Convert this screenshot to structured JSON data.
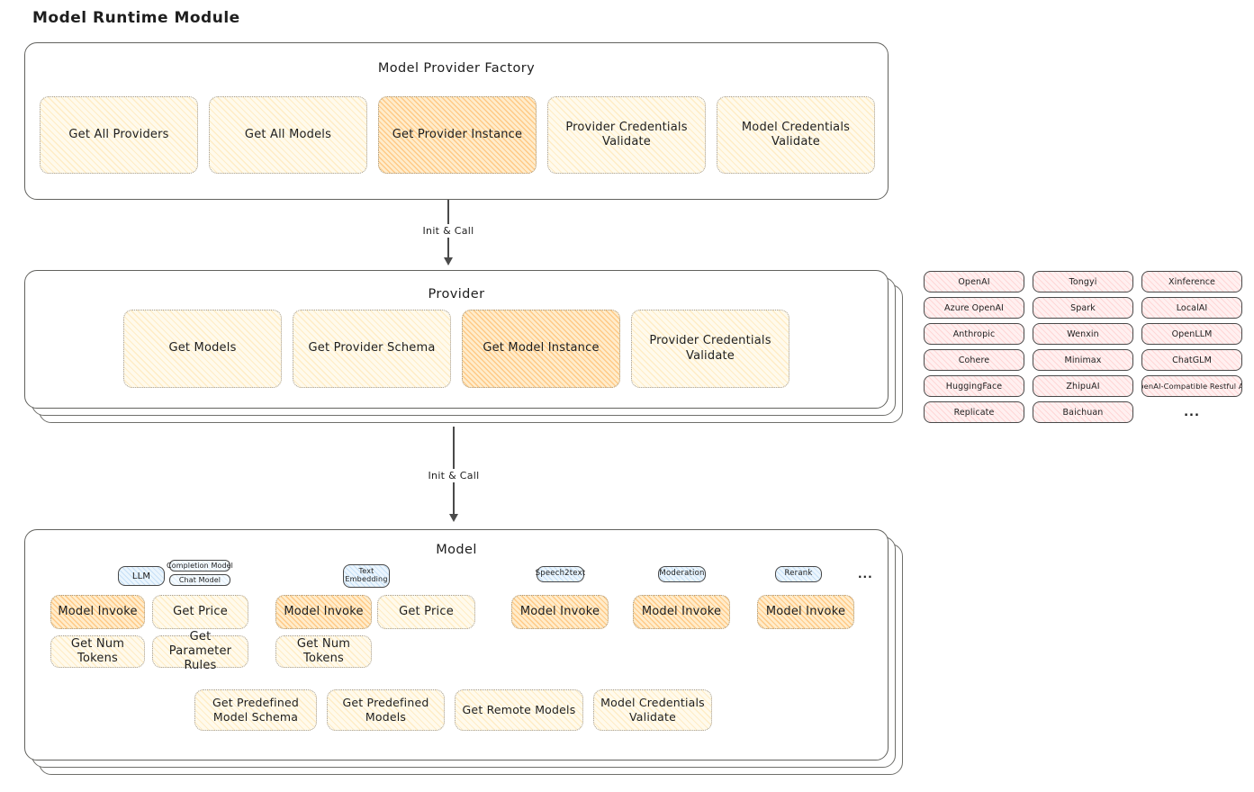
{
  "title": "Model Runtime Module",
  "colors": {
    "canvas_bg": "#ffffff",
    "stroke_dark": "#1e1e1e",
    "yellow_fill": "#fffaec",
    "orange_fill": "#ffeccb",
    "pink_fill": "#fff0f0",
    "blue_fill": "#ebf5fd"
  },
  "arrows": {
    "init_call": "Init & Call"
  },
  "factory": {
    "title": "Model Provider Factory",
    "buttons": [
      {
        "label": "Get All Providers",
        "highlighted": false
      },
      {
        "label": "Get All Models",
        "highlighted": false
      },
      {
        "label": "Get Provider Instance",
        "highlighted": true
      },
      {
        "label": "Provider Credentials Validate",
        "highlighted": false
      },
      {
        "label": "Model Credentials Validate",
        "highlighted": false
      }
    ]
  },
  "provider": {
    "title": "Provider",
    "buttons": [
      {
        "label": "Get Models",
        "highlighted": false
      },
      {
        "label": "Get Provider Schema",
        "highlighted": false
      },
      {
        "label": "Get Model Instance",
        "highlighted": true
      },
      {
        "label": "Provider Credentials Validate",
        "highlighted": false
      }
    ]
  },
  "provider_list": {
    "columns": [
      [
        "OpenAI",
        "Azure OpenAI",
        "Anthropic",
        "Cohere",
        "HuggingFace",
        "Replicate"
      ],
      [
        "Tongyi",
        "Spark",
        "Wenxin",
        "Minimax",
        "ZhipuAI",
        "Baichuan"
      ],
      [
        "Xinference",
        "LocalAI",
        "OpenLLM",
        "ChatGLM",
        "OpenAI-Compatible Restful API"
      ]
    ],
    "more": "..."
  },
  "model": {
    "title": "Model",
    "tabs": {
      "llm": "LLM",
      "completion": "Completion Model",
      "chat": "Chat Model",
      "text_embedding": "Text Embedding",
      "speech2text": "Speech2text",
      "moderation": "Moderation",
      "rerank": "Rerank",
      "more": "..."
    },
    "buttons": {
      "model_invoke": "Model Invoke",
      "get_price": "Get Price",
      "get_num_tokens": "Get Num Tokens",
      "get_parameter_rules": "Get Parameter Rules"
    },
    "bottom": [
      "Get Predefined Model Schema",
      "Get Predefined Models",
      "Get Remote Models",
      "Model Credentials Validate"
    ]
  }
}
